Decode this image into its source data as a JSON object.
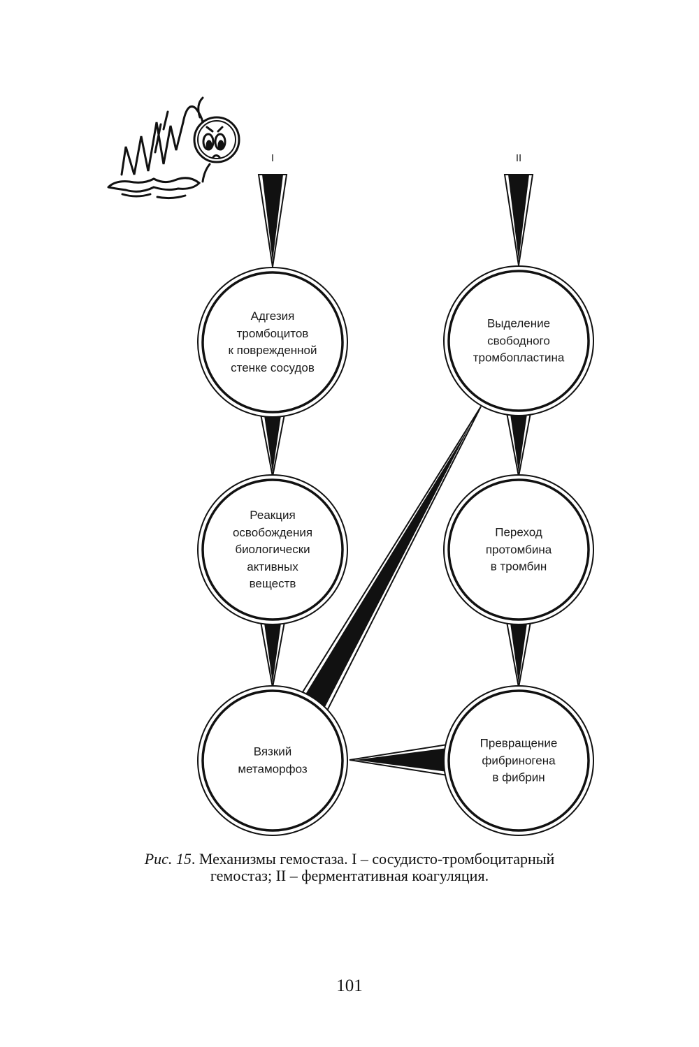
{
  "pathways": [
    {
      "label": "I",
      "nodes": [
        {
          "lines": [
            "Адгезия",
            "тромбоцитов",
            "к поврежденной",
            "стенке сосудов"
          ]
        },
        {
          "lines": [
            "Реакция",
            "освобождения",
            "биологически",
            "активных",
            "веществ"
          ]
        },
        {
          "lines": [
            "Вязкий",
            "метаморфоз"
          ]
        }
      ]
    },
    {
      "label": "II",
      "nodes": [
        {
          "lines": [
            "Выделение",
            "свободного",
            "тромбопластина"
          ]
        },
        {
          "lines": [
            "Переход",
            "протомбина",
            "в тромбин"
          ]
        },
        {
          "lines": [
            "Превращение",
            "фибриногена",
            "в фибрин"
          ]
        }
      ]
    }
  ],
  "caption": {
    "fig_label": "Рис. 15",
    "line1": ". Механизмы гемостаза. I – сосудисто-тромбоцитарный",
    "line2": "гемостаз; II – ферментативная коагуляция."
  },
  "page_number": "101"
}
